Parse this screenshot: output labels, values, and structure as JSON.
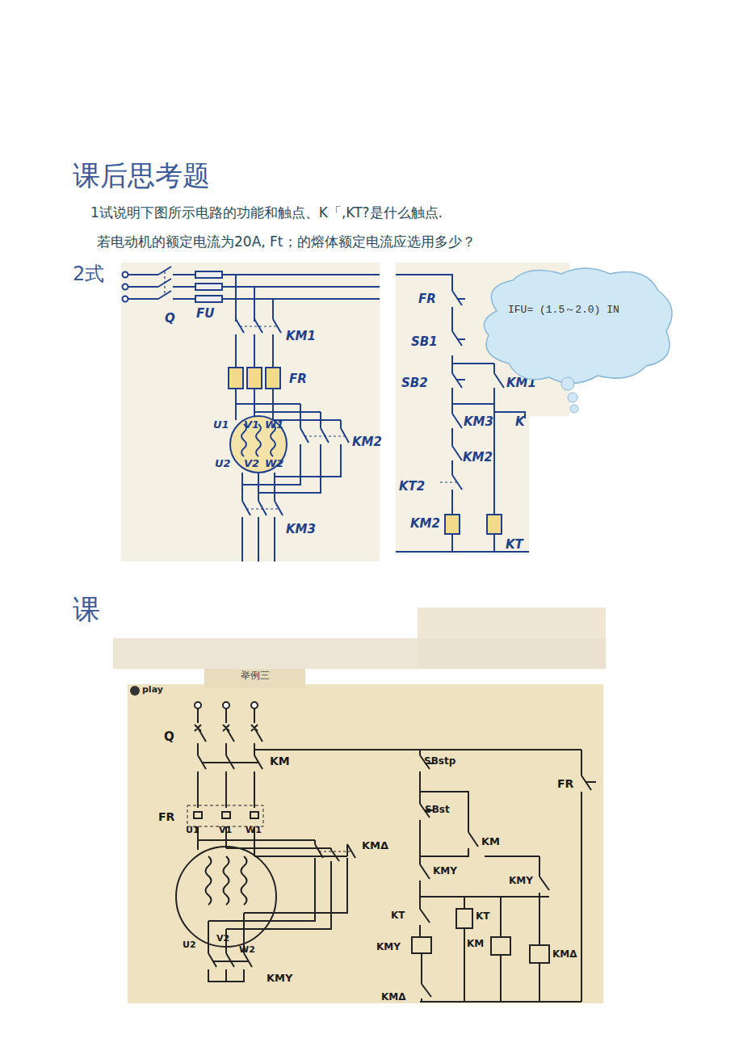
{
  "diagram": {
    "title": "课后思考题",
    "nodes": [
      {
        "text": [
          "IFU= (1.5～2.0) IN"
        ]
      },
      {
        "text": [
          "举例三"
        ]
      }
    ],
    "labels": [
      "1试说明下图所示电路的功能和触点、K「,KT?是什么触点.",
      "若电动机的额定电流为20A, Ft；的熔体额定电流应选用多少？",
      "2式",
      "课",
      "Q",
      "FU",
      "KM1",
      "FR",
      "U1",
      "V1",
      "W1",
      "U2",
      "V2",
      "W2",
      "KM2",
      "KM3",
      "FR",
      "SB1",
      "SB2",
      "KM1",
      "KM3",
      "K",
      "KM2",
      "KT2",
      "KM2",
      "KT",
      "play",
      "Q",
      "KM",
      "FR",
      "U1",
      "V1",
      "W1",
      "U2",
      "V2",
      "W2",
      "KMΔ",
      "KMY",
      "SBstp",
      "SBst",
      "KM",
      "KMY",
      "KT",
      "KT",
      "KMY",
      "KM",
      "KMY",
      "KMΔ",
      "KMΔ",
      "FR"
    ]
  }
}
